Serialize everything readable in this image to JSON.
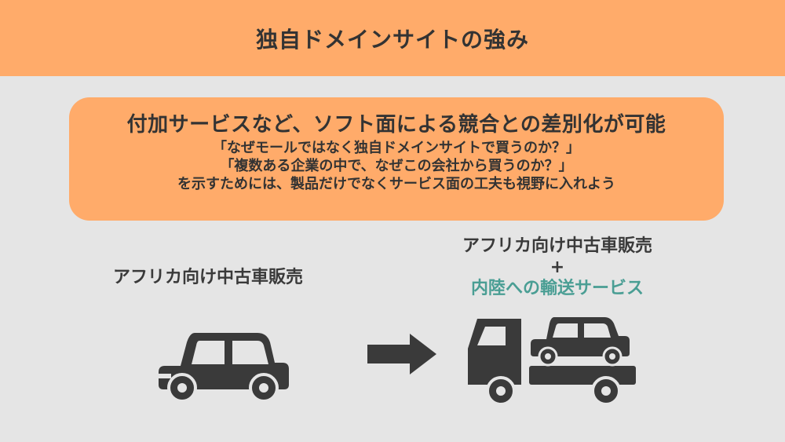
{
  "header": {
    "title": "独自ドメインサイトの強み"
  },
  "callout": {
    "headline": "付加サービスなど、ソフト面による競合との差別化が可能",
    "line1": "「なぜモールではなく独自ドメインサイトで買うのか？」",
    "line2": "「複数ある企業の中で、なぜこの会社から買うのか？」",
    "line3": "を示すためには、製品だけでなくサービス面の工夫も視野に入れよう"
  },
  "left": {
    "label": "アフリカ向け中古車販売"
  },
  "right": {
    "label": "アフリカ向け中古車販売",
    "plus": "+",
    "service": "内陸への輸送サービス"
  },
  "colors": {
    "header_bg": "#ffab6a",
    "callout_bg": "#ffab6a",
    "page_bg": "#e5e5e5",
    "icon": "#3a3a3a",
    "accent": "#4a9e94"
  },
  "icons": {
    "left": "car-icon",
    "middle": "arrow-right-icon",
    "right": "tow-truck-icon"
  }
}
